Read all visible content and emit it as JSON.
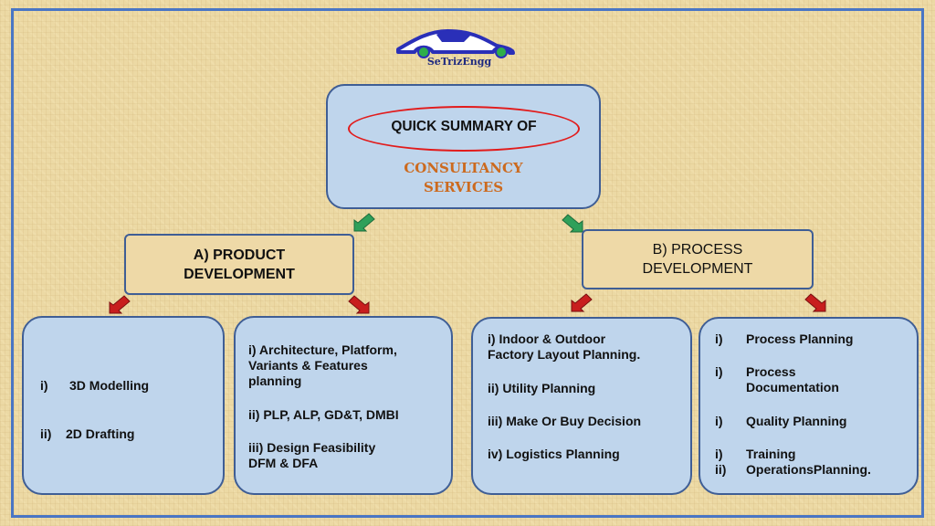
{
  "logo": {
    "text": "SeTrizEngg",
    "color": "#1f2a80"
  },
  "title": {
    "line1": "QUICK SUMMARY OF",
    "line2a": "CONSULTANCY",
    "line2b": "SERVICES"
  },
  "section_a": {
    "line1": "A) PRODUCT",
    "line2": "DEVELOPMENT"
  },
  "section_b": {
    "line1": "B) PROCESS",
    "line2": "DEVELOPMENT"
  },
  "card1": {
    "items": [
      {
        "num": "i)",
        "text": "3D Modelling"
      },
      {
        "num": "ii)",
        "text": "2D Drafting"
      }
    ]
  },
  "card2": {
    "lines": [
      "i) Architecture, Platform,",
      "Variants & Features",
      "planning",
      "ii) PLP, ALP, GD&T, DMBI",
      "iii) Design Feasibility",
      "DFM & DFA"
    ]
  },
  "card3": {
    "lines": [
      "i) Indoor & Outdoor",
      "Factory Layout Planning.",
      "ii) Utility Planning",
      "iii) Make Or Buy Decision",
      "iv) Logistics Planning"
    ]
  },
  "card4": {
    "items": [
      {
        "num": "i)",
        "text": "Process Planning"
      },
      {
        "num": "i)",
        "text": "Process"
      },
      {
        "num": "",
        "text": "Documentation"
      },
      {
        "num": "i)",
        "text": "Quality Planning"
      },
      {
        "num": "i)",
        "text": "Training"
      },
      {
        "num": "ii)",
        "text": "OperationsPlanning."
      }
    ]
  },
  "colors": {
    "card_fill": "#bfd5ec",
    "border": "#3f5e95",
    "oval": "#e21b1b",
    "accent_text": "#cc6a1e",
    "green_arrow": "#2fa05a",
    "red_arrow": "#c81e1e"
  },
  "icons": [
    "car-logo-icon",
    "green-arrow-icon",
    "red-arrow-icon"
  ]
}
